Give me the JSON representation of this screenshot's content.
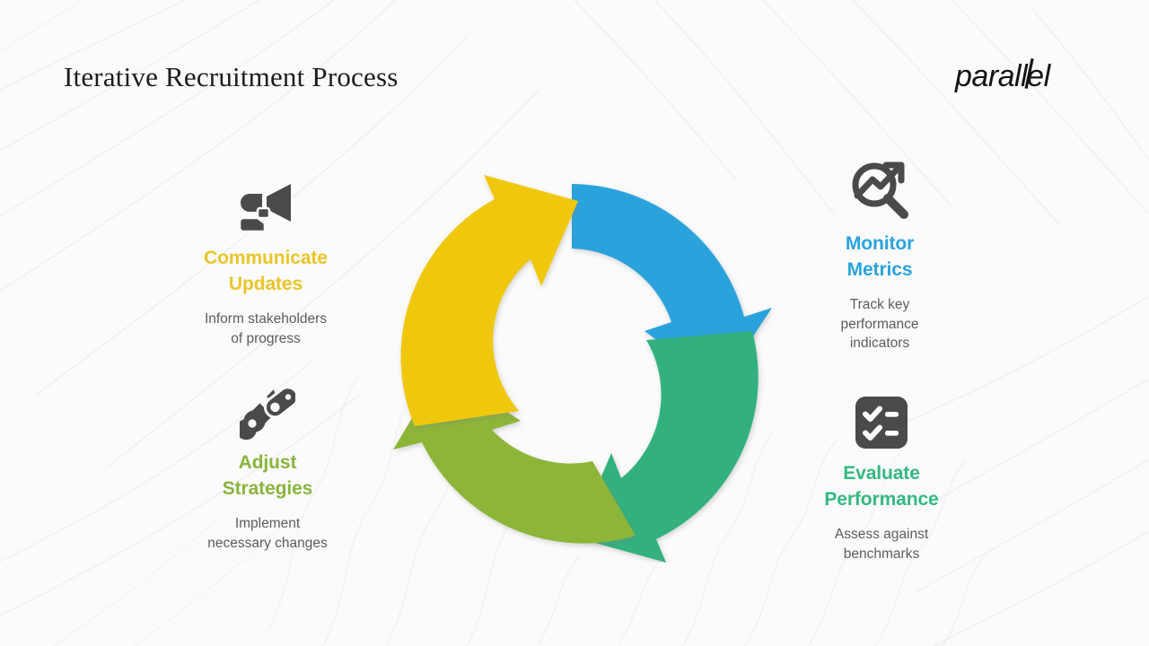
{
  "header": {
    "title": "Iterative Recruitment Process",
    "logo_text": "parallel"
  },
  "palette": {
    "blue": "#2aa3dd",
    "teal_green": "#32b17e",
    "olive_green": "#8db537",
    "yellow": "#efc80e",
    "icon_dark": "#4a4a4d",
    "body_text": "#5c5c5e",
    "title_text": "#1c1c20",
    "background": "#fbfbfc"
  },
  "cycle": {
    "name": "four-stage-iterative-cycle",
    "segments": [
      {
        "id": "monitor",
        "color": "#2aa3dd",
        "position": "top-right",
        "direction": "clockwise"
      },
      {
        "id": "evaluate",
        "color": "#32b17e",
        "position": "bottom-right",
        "direction": "clockwise"
      },
      {
        "id": "adjust",
        "color": "#8db537",
        "position": "bottom-left",
        "direction": "clockwise"
      },
      {
        "id": "communicate",
        "color": "#efc80e",
        "position": "top-left",
        "direction": "clockwise"
      }
    ]
  },
  "blocks": [
    {
      "id": "communicate",
      "icon": "megaphone-icon",
      "title": "Communicate Updates",
      "title_line1": "Communicate",
      "title_line2": "Updates",
      "desc": "Inform stakeholders of progress",
      "desc_line1": "Inform stakeholders",
      "desc_line2": "of progress",
      "color": "#e9c528"
    },
    {
      "id": "adjust",
      "icon": "wrench-gear-icon",
      "title": "Adjust Strategies",
      "title_line1": "Adjust",
      "title_line2": "Strategies",
      "desc": "Implement necessary changes",
      "desc_line1": "Implement",
      "desc_line2": "necessary changes",
      "color": "#89b43c"
    },
    {
      "id": "monitor",
      "icon": "magnifier-trend-icon",
      "title": "Monitor Metrics",
      "title_line1": "Monitor",
      "title_line2": "Metrics",
      "desc": "Track key performance indicators",
      "desc_line1": "Track key",
      "desc_line2": "performance",
      "desc_line3": "indicators",
      "color": "#2aa3dd"
    },
    {
      "id": "evaluate",
      "icon": "checklist-icon",
      "title": "Evaluate Performance",
      "title_line1": "Evaluate",
      "title_line2": "Performance",
      "desc": "Assess against benchmarks",
      "desc_line1": "Assess against",
      "desc_line2": "benchmarks",
      "color": "#34b97f"
    }
  ]
}
